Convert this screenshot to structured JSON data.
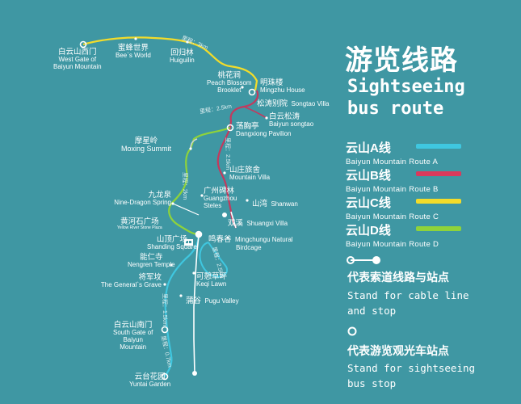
{
  "title_cn": "游览线路",
  "title_en_line1": "Sightseeing",
  "title_en_line2": "bus route",
  "routes": [
    {
      "cn": "云山A线",
      "en": "Baiyun Mountain Route A",
      "color": "#3fc7e0"
    },
    {
      "cn": "云山B线",
      "en": "Baiyun Mountain Route B",
      "color": "#d93a5c"
    },
    {
      "cn": "云山C线",
      "en": "Baiyun Mountain Route C",
      "color": "#f3dc2a"
    },
    {
      "cn": "云山D线",
      "en": "Baiyun Mountain Route D",
      "color": "#8fd33a"
    }
  ],
  "legend": {
    "cable_cn": "代表索道线路与站点",
    "cable_en_1": "Stand for cable line",
    "cable_en_2": "and stop",
    "bus_cn": "代表游览观光车站点",
    "bus_en_1": "Stand for sightseeing",
    "bus_en_2": "bus stop"
  },
  "places": {
    "west_gate": {
      "cn": "白云山西门",
      "en1": "West Gate of",
      "en2": "Baiyun Mountain"
    },
    "bees_world": {
      "cn": "蜜蜂世界",
      "en": "Bee`s World"
    },
    "huiguilin": {
      "cn": "回归林",
      "en": "Huiguilin"
    },
    "peach_blossom": {
      "cn": "桃花涧",
      "en1": "Peach Blossom",
      "en2": "Brooklet"
    },
    "mingzhu": {
      "cn": "明珠楼",
      "en": "Mingzhu House"
    },
    "songtao": {
      "cn": "松涛别院",
      "en": "Songtao Villa"
    },
    "baiyun_songtao": {
      "cn": "白云松涛",
      "en": "Baiyun songtao"
    },
    "dangxiong": {
      "cn": "荡胸亭",
      "en": "Dangxiong Pavilion"
    },
    "moxing": {
      "cn": "摩星岭",
      "en": "Moxing Summit"
    },
    "mountain_villa": {
      "cn": "山庄旅舍",
      "en": "Mountain Villa"
    },
    "jiulong": {
      "cn": "九龙泉",
      "en": "Nine-Dragon Spring"
    },
    "guangzhou_steles": {
      "cn": "广州碑林",
      "en1": "Guangzhou",
      "en2": "Steles"
    },
    "shanwan": {
      "cn": "山湾",
      "en": "Shanwan"
    },
    "huanghe": {
      "cn": "黄河石广场",
      "en": "Yellow River Stone Plaza"
    },
    "shuangxi": {
      "cn": "双溪",
      "en": "Shuangxi Villa"
    },
    "shanding": {
      "cn": "山顶广场",
      "en": "Shanding Square"
    },
    "mingchun": {
      "cn": "鸣春谷",
      "en1": "Mingchungu Natural",
      "en2": "Birdcage"
    },
    "nengren": {
      "cn": "能仁寺",
      "en": "Nengren Temple"
    },
    "jiangjun": {
      "cn": "将军坟",
      "en": "The General`s Grave"
    },
    "keqi": {
      "cn": "可憩草坪",
      "en": "Keqi Lawn"
    },
    "pugu": {
      "cn": "蒲谷",
      "en": "Pugu Valley"
    },
    "south_gate": {
      "cn": "白云山南门",
      "en1": "South Gate of",
      "en2": "Baiyun",
      "en3": "Mountain"
    },
    "yuntai": {
      "cn": "云台花园",
      "en": "Yuntai Garden"
    }
  },
  "distances": {
    "d_top": "里程：3km",
    "d_b1": "里程：2.5km",
    "d_b2": "里程：2.5km",
    "d_d": "里程：2km",
    "d_c": "里程：2.5km",
    "d_a1": "里程：1.5km",
    "d_a2": "里程：0.7km"
  }
}
